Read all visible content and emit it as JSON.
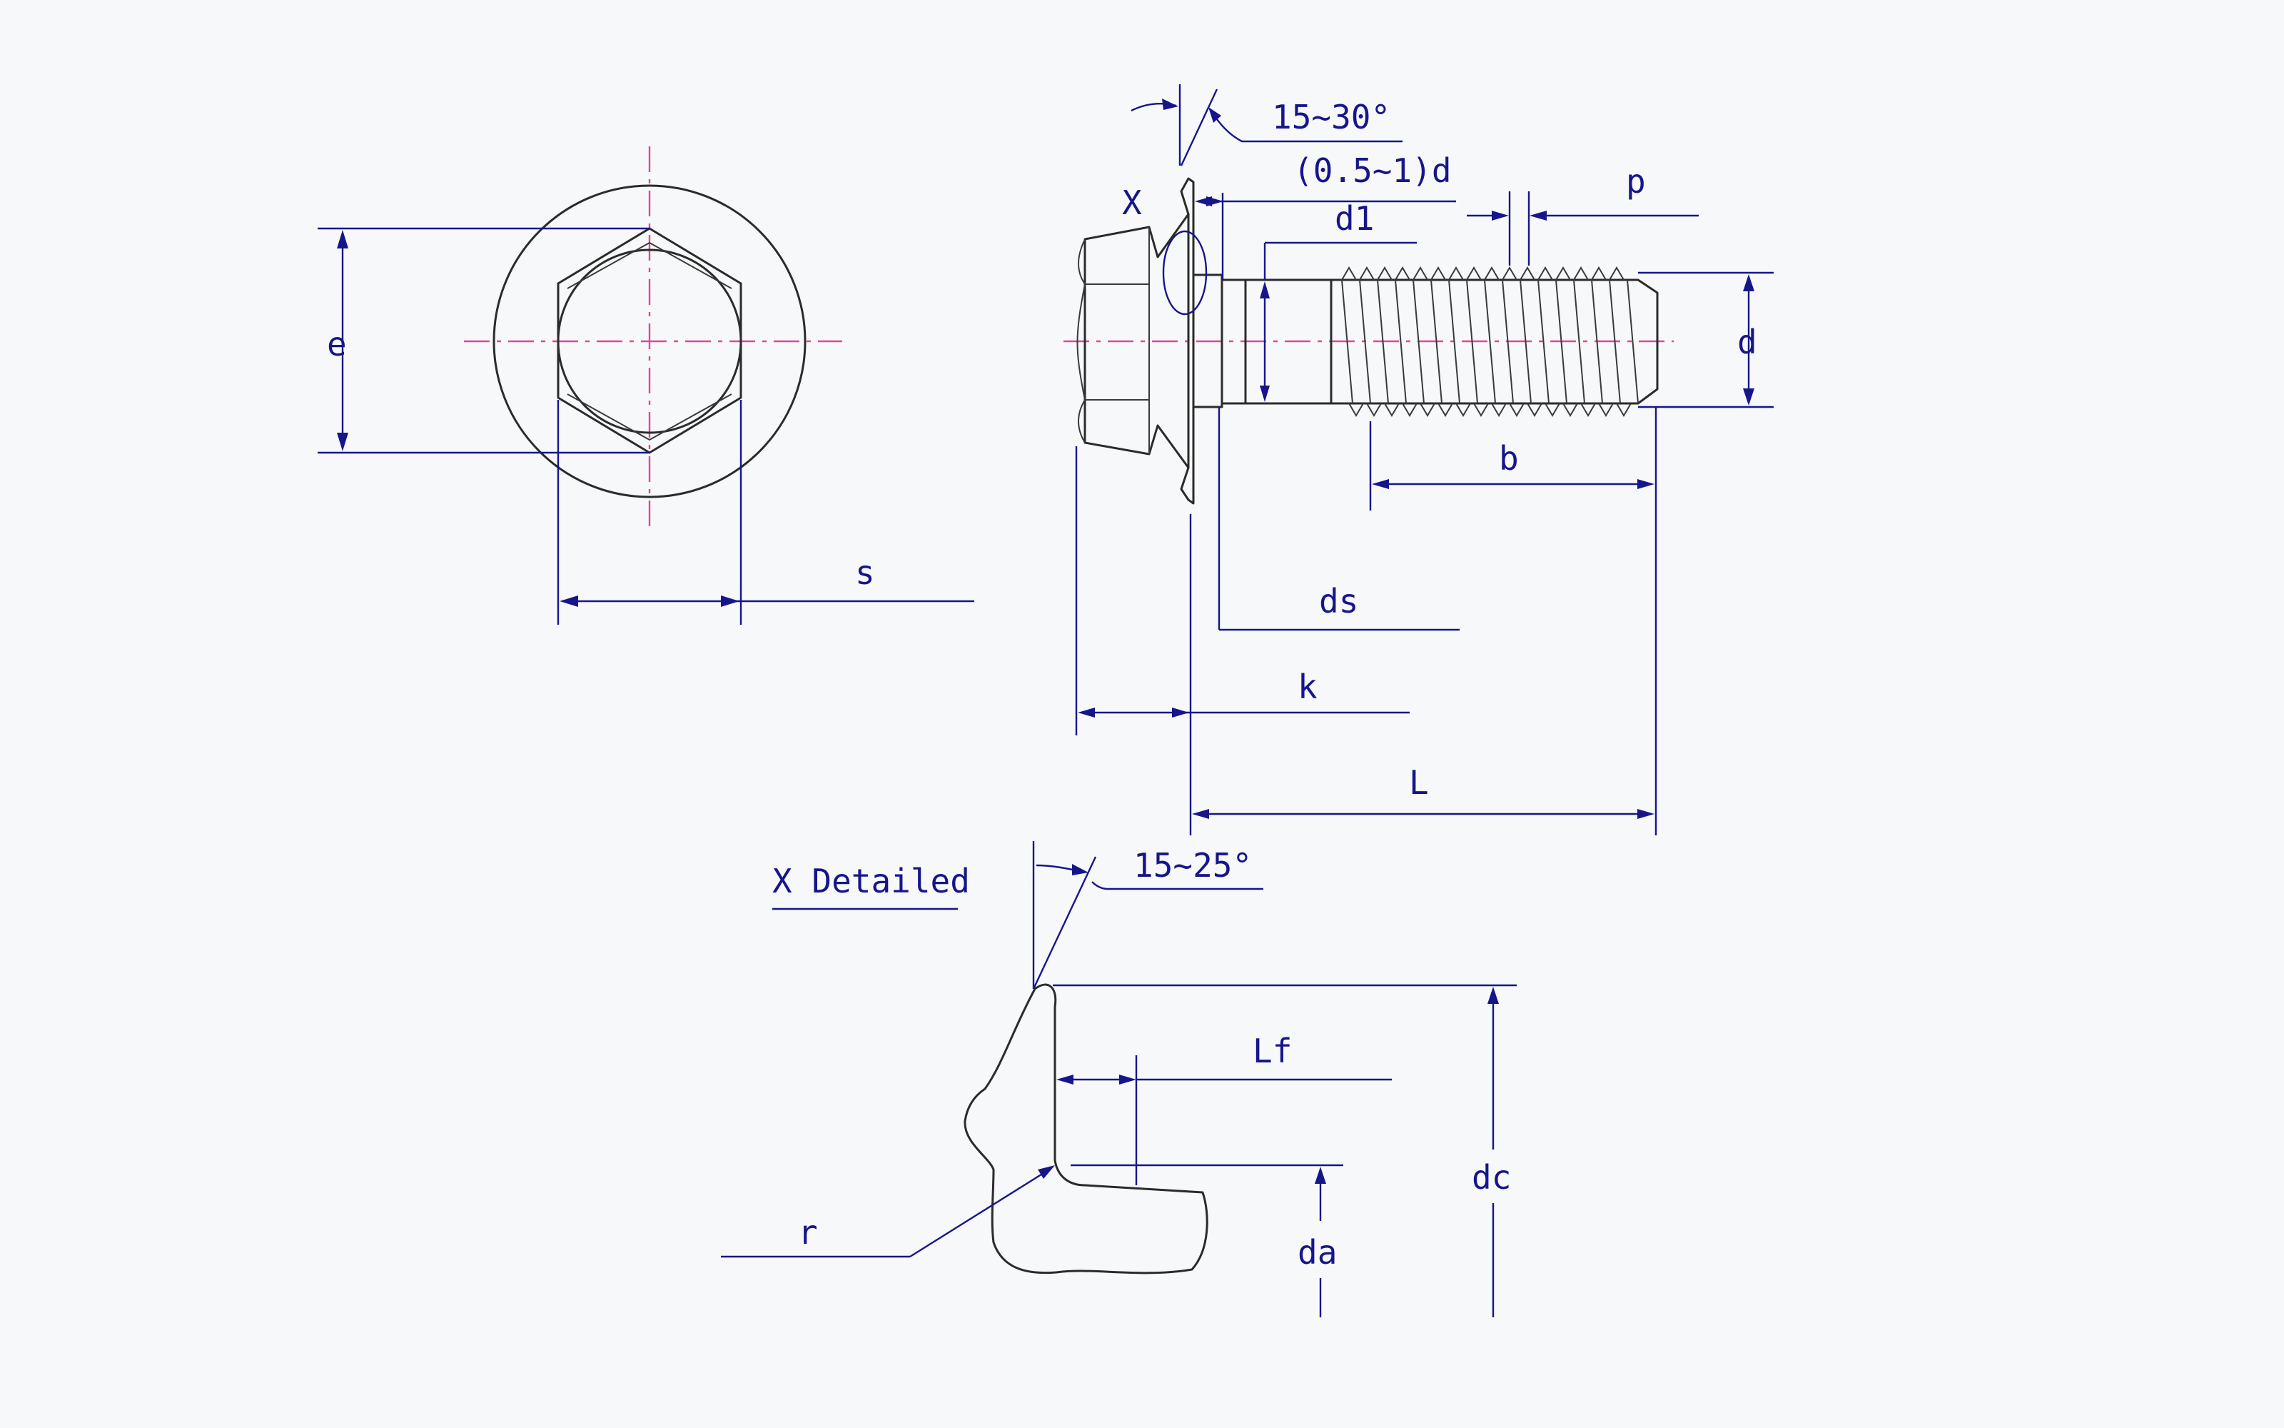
{
  "labels": {
    "e": "e",
    "s": "s",
    "x_marker": "X",
    "angle_head": "15~30°",
    "washer_thickness": "(0.5~1)d",
    "d1": "d1",
    "p": "p",
    "d": "d",
    "b": "b",
    "ds": "ds",
    "k": "k",
    "L": "L",
    "detail_title": "X Detailed",
    "angle_detail": "15~25°",
    "Lf": "Lf",
    "r": "r",
    "dc": "dc",
    "da": "da"
  },
  "colors": {
    "object": "#2b2b2b",
    "dimension": "#16168a",
    "centerline": "#e0489a",
    "background": "#f7f8f9"
  }
}
